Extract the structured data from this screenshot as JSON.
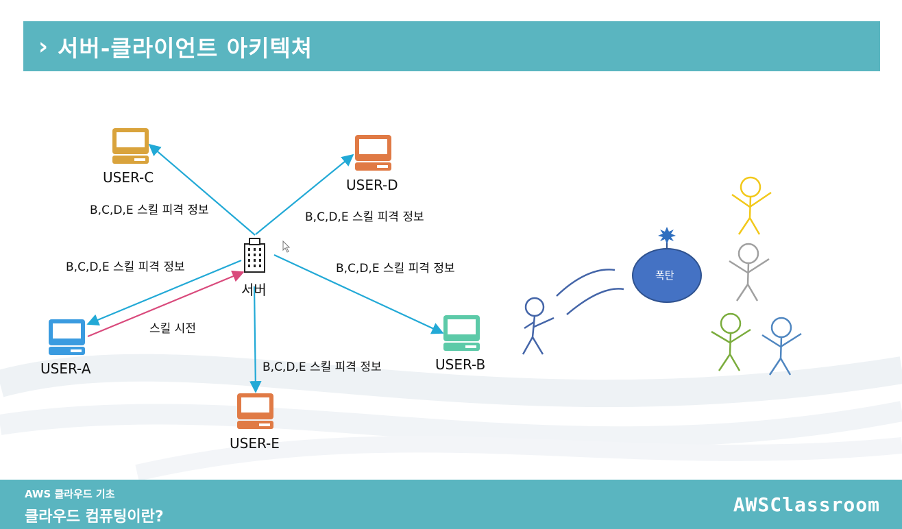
{
  "header": {
    "chevron": "›",
    "title": "서버-클라이언트 아키텍쳐"
  },
  "diagram": {
    "server_label": "서버",
    "users": {
      "a": "USER-A",
      "b": "USER-B",
      "c": "USER-C",
      "d": "USER-D",
      "e": "USER-E"
    },
    "edge_labels": {
      "to_c": "B,C,D,E 스킬 피격 정보",
      "to_d": "B,C,D,E 스킬 피격 정보",
      "to_a": "B,C,D,E 스킬 피격 정보",
      "to_b": "B,C,D,E 스킬 피격 정보",
      "to_e": "B,C,D,E 스킬 피격 정보",
      "from_a": "스킬 시전"
    },
    "bomb_label": "폭탄",
    "colors": {
      "arrow": "#22a9d6",
      "cast_arrow": "#d94a7c",
      "user_a": "#3a9be0",
      "user_b": "#5ccaa8",
      "user_c": "#d9a33c",
      "user_d": "#e07a45",
      "user_e": "#e07a45",
      "bomb": "#4472c4",
      "thrower": "#4465a8",
      "figure_yellow": "#f2c81a",
      "figure_gray": "#a0a0a0",
      "figure_green": "#7aac3c",
      "figure_blue": "#4f86c0"
    }
  },
  "footer": {
    "course": "AWS 클라우드 기초",
    "lesson": "클라우드 컴퓨팅이란?",
    "brand": "AWSClassroom"
  }
}
